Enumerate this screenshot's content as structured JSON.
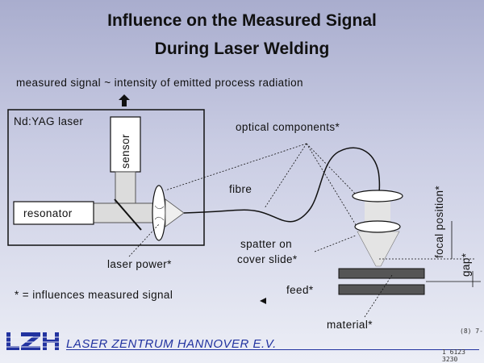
{
  "title_line1": "Influence on the Measured Signal",
  "title_line2": "During Laser Welding",
  "labels": {
    "measured_signal": "measured signal ~ intensity of emitted process radiation",
    "laser": "Nd:YAG laser",
    "sensor": "sensor",
    "resonator": "resonator",
    "laser_power": "laser power*",
    "optical_components": "optical components*",
    "fibre": "fibre",
    "spatter_line1": "spatter on",
    "spatter_line2": "cover slide*",
    "focal_position": "focal position*",
    "gap": "gap*",
    "feed": "feed*",
    "material": "material*",
    "legend": "* = influences measured signal"
  },
  "footer": {
    "logo": "LZH",
    "organization": "LASER ZENTRUM HANNOVER E.V.",
    "code1": "(8) 7-",
    "code2": "1 6123 3230"
  }
}
